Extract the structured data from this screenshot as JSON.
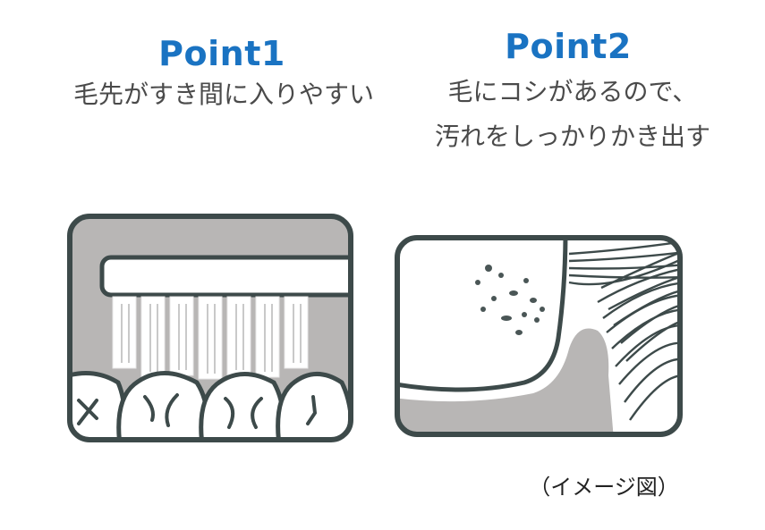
{
  "point1": {
    "title": "Point1",
    "caption": "毛先がすき間に入りやすい",
    "illustration_icon": "toothbrush-bristles-between-teeth-icon"
  },
  "point2": {
    "title": "Point2",
    "caption_line1": "毛にコシがあるので、",
    "caption_line2": "汚れをしっかりかき出す",
    "illustration_icon": "bristles-scraping-plaque-icon"
  },
  "note": "（イメージ図）",
  "colors": {
    "title_blue": "#1a73c2",
    "caption_gray": "#4a4a4a",
    "outline_dark": "#3d4a4a",
    "panel_gray": "#b8b6b5"
  }
}
